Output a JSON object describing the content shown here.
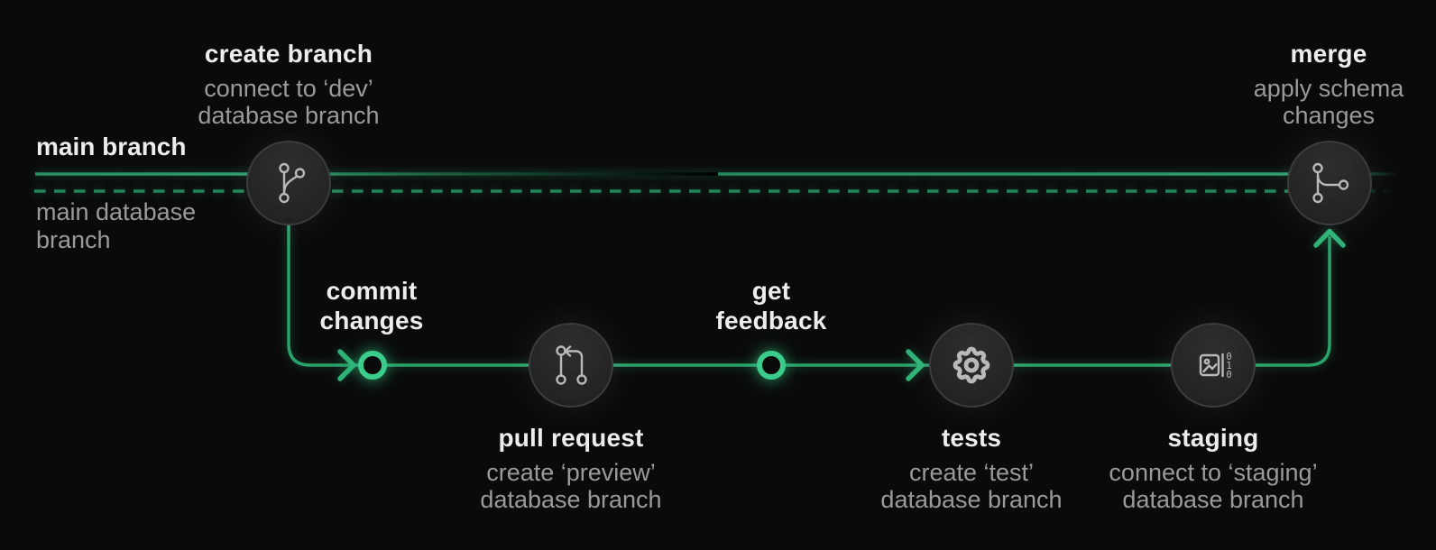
{
  "diagram": {
    "lanes": {
      "main_branch": "main branch",
      "main_database_branch": "main database branch"
    },
    "steps": {
      "create_branch": {
        "title": "create branch",
        "subtitle": "connect to ‘dev’ database branch"
      },
      "commit_changes": {
        "title": "commit changes"
      },
      "pull_request": {
        "title": "pull request",
        "subtitle": "create ‘preview’ database branch"
      },
      "get_feedback": {
        "title": "get feedback"
      },
      "tests": {
        "title": "tests",
        "subtitle": "create ‘test’ database branch"
      },
      "staging": {
        "title": "staging",
        "subtitle": "connect to ‘staging’ database branch"
      },
      "merge": {
        "title": "merge",
        "subtitle": "apply schema changes"
      }
    },
    "icons": {
      "create_branch": "git-branch-icon",
      "pull_request": "git-pull-request-icon",
      "tests": "gear-icon",
      "staging": "image-binary-icon",
      "merge": "git-merge-icon",
      "staging_digits": [
        "0",
        "1",
        "0"
      ]
    },
    "colors": {
      "background": "#0a0a0a",
      "main_line_green": "#27915f",
      "dashed_line_green": "#24855a",
      "feature_line_green": "#2ba16c",
      "marker_ring_green": "#3bcb8b",
      "arrow_green": "#2fb277",
      "node_fill": "#262626",
      "node_border": "#3c3c3c",
      "icon_stroke": "#b9b9b9",
      "title_text": "#ededed",
      "subtitle_text": "#999b9a"
    }
  }
}
